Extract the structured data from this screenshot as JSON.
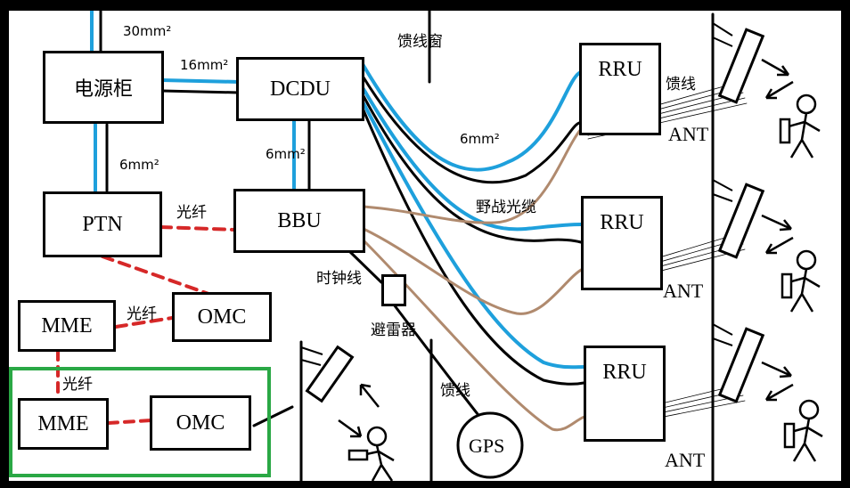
{
  "colors": {
    "blue": "#1ea0dc",
    "brown": "#b08a6e",
    "red": "#d62828",
    "green": "#2aa845",
    "black": "#000000"
  },
  "nodes": {
    "power_cabinet": "电源柜",
    "dcdu": "DCDU",
    "ptn": "PTN",
    "bbu": "BBU",
    "mme1": "MME",
    "omc1": "OMC",
    "mme2": "MME",
    "omc2": "OMC",
    "rru1": "RRU",
    "rru2": "RRU",
    "rru3": "RRU",
    "lightning_arrester": "避雷器",
    "gps": "GPS"
  },
  "labels": {
    "cable_30": "30mm²",
    "cable_16": "16mm²",
    "cable_6_power": "6mm²",
    "cable_6_dcdu": "6mm²",
    "cable_6_rru": "6mm²",
    "feeder_window": "馈线窗",
    "field_cable": "野战光缆",
    "clock_line": "时钟线",
    "feeder_gps": "馈线",
    "feeder_ant": "馈线",
    "fiber_ptn_bbu": "光纤",
    "fiber_mme_omc": "光纤",
    "fiber_mme_mme": "光纤",
    "ant1": "ANT",
    "ant2": "ANT",
    "ant3": "ANT"
  },
  "icons": [
    "antenna-icon",
    "signal-arrow-icon",
    "person-icon",
    "phone-icon"
  ]
}
